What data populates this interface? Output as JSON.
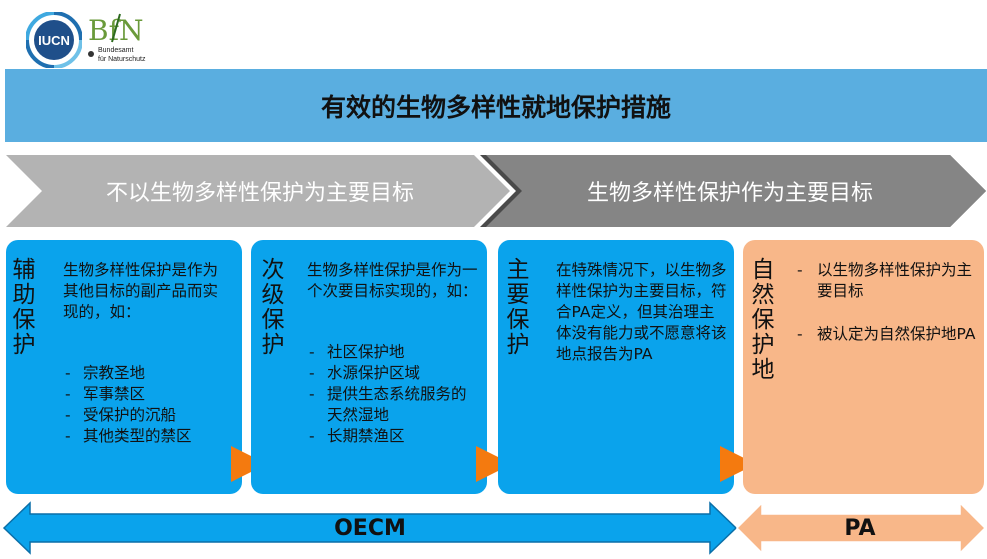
{
  "logos": {
    "iucn": {
      "text": "IUCN"
    },
    "bfn": {
      "mark": "BfN",
      "line1": "Bundesamt",
      "line2": "für Naturschutz"
    }
  },
  "title": "有效的生物多样性就地保护措施",
  "chevrons": {
    "left": "不以生物多样性保护为主要目标",
    "right": "生物多样性保护作为主要目标"
  },
  "cards": [
    {
      "title": "辅助保护",
      "text": "生物多样性保护是作为其他目标的副产品而实现的，如：",
      "items": [
        "宗教圣地",
        "军事禁区",
        "受保护的沉船",
        "其他类型的禁区"
      ]
    },
    {
      "title": "次级保护",
      "text": "生物多样性保护是作为一个次要目标实现的，如：",
      "items": [
        "社区保护地",
        "水源保护区域",
        "提供生态系统服务的天然湿地",
        "长期禁渔区"
      ]
    },
    {
      "title": "主要保护",
      "text": "在特殊情况下，以生物多样性保护为主要目标，符合PA定义，但其治理主体没有能力或不愿意将该地点报告为PA"
    },
    {
      "title": "自然保护地",
      "items": [
        "以生物多样性保护为主要目标",
        "被认定为自然保护地PA"
      ]
    }
  ],
  "bottom": {
    "oecm": "OECM",
    "pa": "PA"
  },
  "colors": {
    "banner": "#5aaee0",
    "chevron_left": "#b3b3b3",
    "chevron_right": "#808080",
    "card_blue": "#0aa3ec",
    "card_orange": "#f8b789",
    "arrow_orange": "#f47a0f"
  }
}
